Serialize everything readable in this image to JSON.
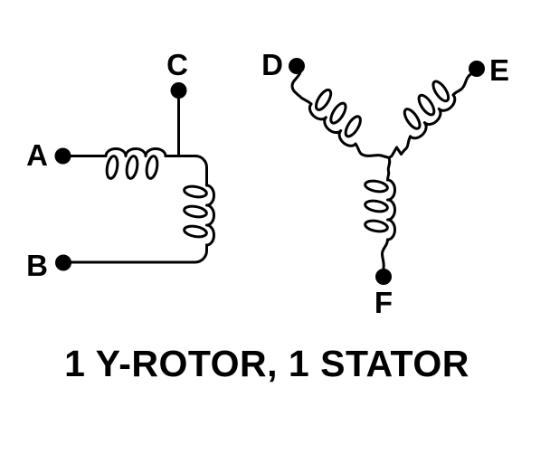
{
  "title": "1 Y-ROTOR, 1 STATOR",
  "figures": {
    "stator": {
      "description": "stator winding with two coils between three terminals",
      "terminals": {
        "a": "A",
        "b": "B",
        "c": "C"
      }
    },
    "rotor": {
      "description": "Y-connected rotor winding, three coils joined at a center star point",
      "terminals": {
        "d": "D",
        "e": "E",
        "f": "F"
      }
    }
  },
  "colors": {
    "ink": "#000000",
    "background": "#ffffff"
  }
}
